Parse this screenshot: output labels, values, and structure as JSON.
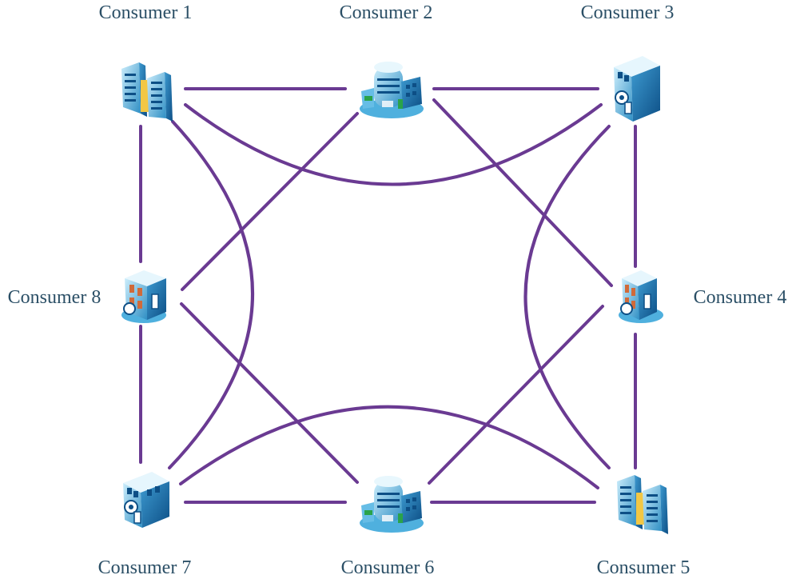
{
  "diagram": {
    "edge_color": "#6a3a92",
    "label_color": "#2b4f66",
    "nodes": [
      {
        "id": "c1",
        "label": "Consumer 1",
        "icon": "office-towers-icon"
      },
      {
        "id": "c2",
        "label": "Consumer 2",
        "icon": "corporate-building-icon"
      },
      {
        "id": "c3",
        "label": "Consumer 3",
        "icon": "bank-building-icon"
      },
      {
        "id": "c4",
        "label": "Consumer 4",
        "icon": "shop-building-icon"
      },
      {
        "id": "c5",
        "label": "Consumer 5",
        "icon": "office-towers-icon"
      },
      {
        "id": "c6",
        "label": "Consumer 6",
        "icon": "corporate-building-icon"
      },
      {
        "id": "c7",
        "label": "Consumer 7",
        "icon": "bank-building-icon"
      },
      {
        "id": "c8",
        "label": "Consumer 8",
        "icon": "shop-building-icon"
      }
    ],
    "edges": [
      [
        "c1",
        "c2"
      ],
      [
        "c2",
        "c3"
      ],
      [
        "c3",
        "c4"
      ],
      [
        "c4",
        "c5"
      ],
      [
        "c5",
        "c6"
      ],
      [
        "c6",
        "c7"
      ],
      [
        "c7",
        "c8"
      ],
      [
        "c8",
        "c1"
      ],
      [
        "c1",
        "c3"
      ],
      [
        "c1",
        "c7"
      ],
      [
        "c3",
        "c5"
      ],
      [
        "c5",
        "c7"
      ],
      [
        "c2",
        "c8"
      ],
      [
        "c2",
        "c4"
      ],
      [
        "c4",
        "c6"
      ],
      [
        "c6",
        "c8"
      ]
    ]
  }
}
